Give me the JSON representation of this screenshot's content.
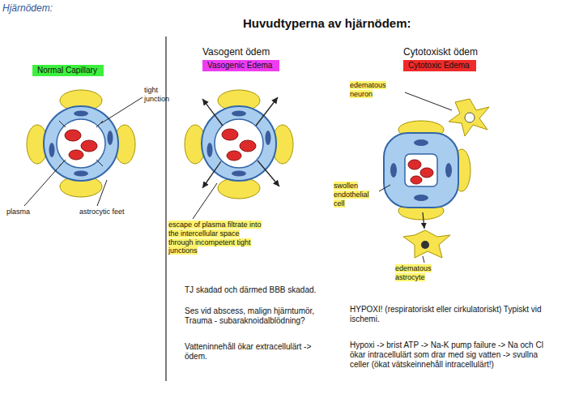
{
  "diagram": {
    "title": "Huvudtyperna av hjärnödem:",
    "nodes": [
      {
        "text": [
          "Normal Capillary"
        ]
      },
      {
        "text": [
          "Vasogent ödem",
          "Vasogenic Edema"
        ]
      },
      {
        "text": [
          "Cytotoxiskt ödem",
          "Cytotoxic Edema"
        ]
      }
    ],
    "labels": [
      "Hjärnödem:",
      "tight junction",
      "plasma",
      "astrocytic feet",
      "escape of plasma filtrate into the intercellular space through incompetent tight junctions",
      "edematous neuron",
      "swollen endothelial cell",
      "edematous astrocyte",
      "TJ skadad och därmed BBB skadad.",
      "Ses vid abscess, malign hjärntumör, Trauma - subaraknoidalblödning?",
      "Vatteninnehåll ökar extracellulärt -> ödem.",
      "HYPOXI! (respiratoriskt eller cirkulatoriskt) Typiskt vid ischemi.",
      "Hypoxi -> brist ATP -> Na-K pump failure -> Na och Cl ökar intracellulärt som drar med sig vatten -> svullna celler (ökat vätskeinnehåll intracellulärt!)"
    ]
  }
}
